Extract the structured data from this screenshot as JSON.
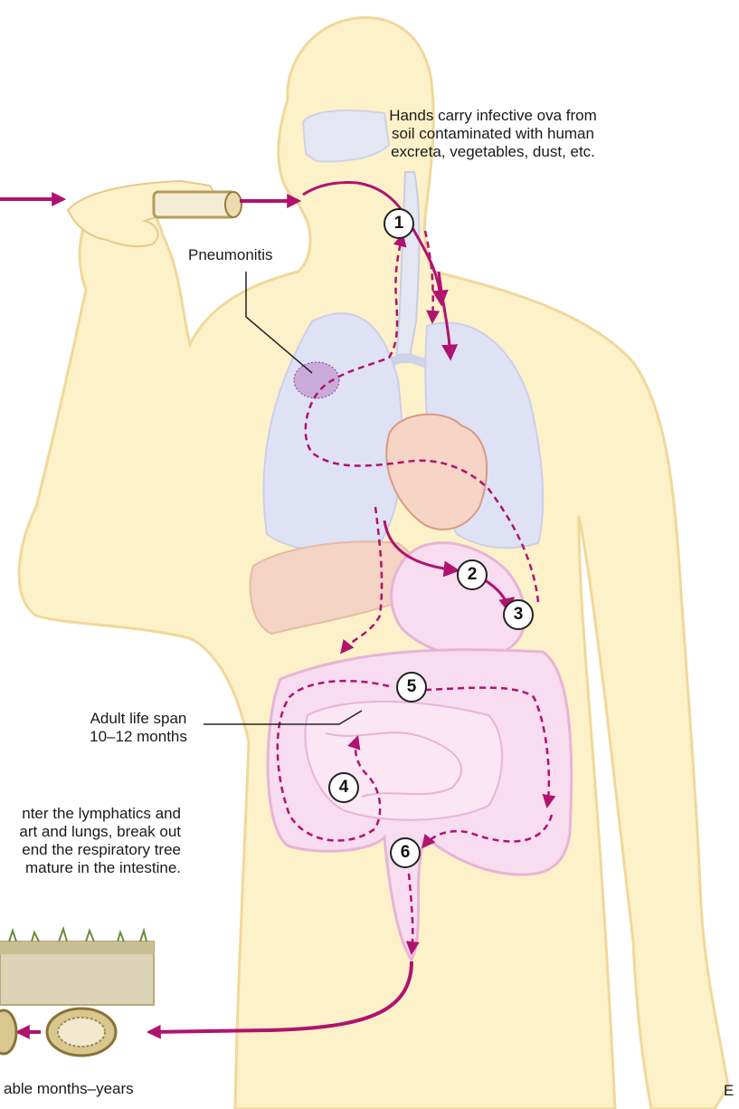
{
  "labels": {
    "ova_source": [
      "Hands carry infective ova from",
      "soil contaminated with human",
      "excreta, vegetables, dust, etc."
    ],
    "pneumonitis": "Pneumonitis",
    "adult_life_span": [
      "Adult life span",
      "10–12 months"
    ],
    "larvae_route": [
      "nter the lymphatics and",
      "art and lungs, break out",
      "end the respiratory tree",
      "mature in the intestine."
    ],
    "ova_viable": "able months–years",
    "corner_letter": "E"
  },
  "stage_markers": [
    "1",
    "2",
    "3",
    "4",
    "5",
    "6"
  ],
  "colors": {
    "skin": "#fdf1c9",
    "skin_outline": "#f1d89a",
    "lungs": "#dfe2f5",
    "airway": "#e4e6f2",
    "liver": "#f3d3c3",
    "heart": "#f6d4c6",
    "intestine": "#f8dcef",
    "intestine_outline": "#e7b4d6",
    "path": "#b0126f",
    "soil": "#cdbc96"
  },
  "icons": [
    "hand-icon",
    "soil-clump-icon",
    "ovum-icon",
    "soil-cross-section-icon"
  ]
}
